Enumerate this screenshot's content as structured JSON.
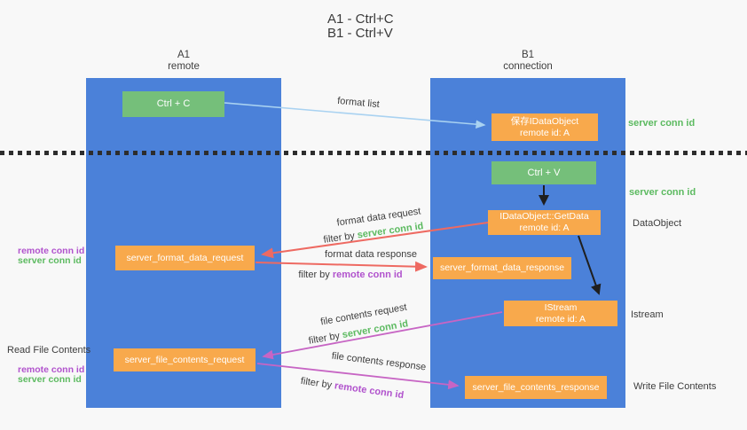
{
  "title": {
    "line1": "A1 - Ctrl+C",
    "line2": "B1 - Ctrl+V"
  },
  "lanes": {
    "left": {
      "id": "A1",
      "role": "remote"
    },
    "right": {
      "id": "B1",
      "role": "connection"
    }
  },
  "nodes": {
    "ctrl_c": {
      "label": "Ctrl + C"
    },
    "save_idataobject": {
      "line1": "保存IDataObject",
      "line2": "remote id: A"
    },
    "ctrl_v": {
      "label": "Ctrl + V"
    },
    "getdata": {
      "line1": "IDataObject::GetData",
      "line2": "remote id: A"
    },
    "format_request": {
      "label": "server_format_data_request"
    },
    "format_response": {
      "label": "server_format_data_response"
    },
    "istream": {
      "line1": "IStream",
      "line2": "remote id: A"
    },
    "file_request": {
      "label": "server_file_contents_request"
    },
    "file_response": {
      "label": "server_file_contents_response"
    }
  },
  "edges": {
    "format_list": "format list",
    "format_data_request": "format data request",
    "format_data_response": "format data response",
    "file_contents_request": "file contents request",
    "file_contents_response": "file contents response",
    "filter_by": "filter by",
    "server_conn_id": "server conn id",
    "remote_conn_id": "remote conn id"
  },
  "annotations": {
    "server_conn_id_top": "server conn id",
    "server_conn_id_mid": "server conn id",
    "dataobject": "DataObject",
    "istream": "Istream",
    "read_file_contents": "Read File Contents",
    "write_file_contents": "Write File Contents",
    "remote_conn_id": "remote conn id",
    "server_conn_id": "server conn id"
  },
  "colors": {
    "lane": "#4b81d9",
    "orange": "#f8a94c",
    "green-box": "#75bf7a",
    "green-text": "#5cba60",
    "purple-text": "#b153cd",
    "red": "#ee6a62",
    "magenta": "#c765c4",
    "lightblue": "#a9d2f1"
  }
}
